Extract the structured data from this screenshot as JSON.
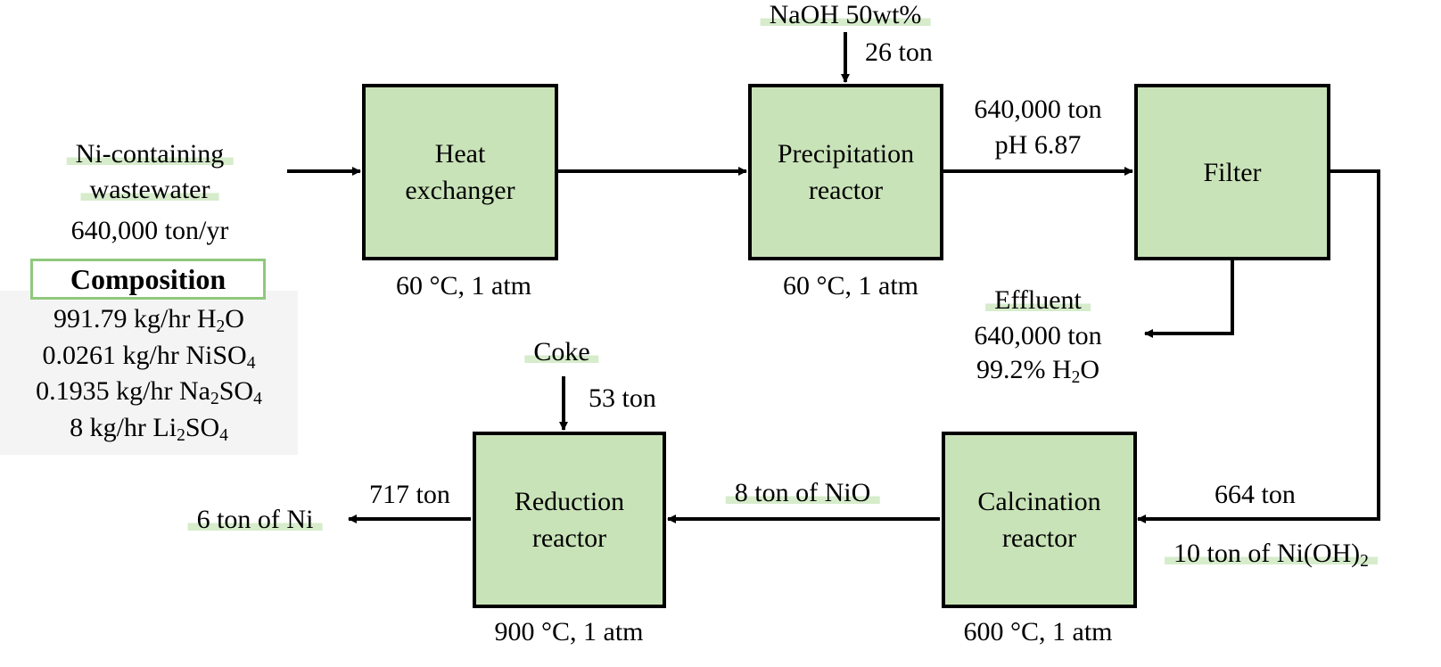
{
  "feed": {
    "label_line1": "Ni-containing",
    "label_line2": "wastewater",
    "rate": "640,000 ton/yr"
  },
  "composition": {
    "title": "Composition",
    "items": [
      {
        "text": "991.79 kg/hr H",
        "sub": "2",
        "tail": "O"
      },
      {
        "text": "0.0261 kg/hr NiSO",
        "sub": "4",
        "tail": ""
      },
      {
        "text": "0.1935 kg/hr Na",
        "sub": "2",
        "tail": "SO",
        "sub2": "4"
      },
      {
        "text": "8 kg/hr Li",
        "sub": "2",
        "tail": "SO",
        "sub2": "4"
      }
    ]
  },
  "units": {
    "heat_exchanger": {
      "line1": "Heat",
      "line2": "exchanger",
      "condition": "60 °C, 1 atm"
    },
    "precipitation_reactor": {
      "line1": "Precipitation",
      "line2": "reactor",
      "condition": "60 °C, 1 atm"
    },
    "filter": {
      "line1": "Filter"
    },
    "calcination_reactor": {
      "line1": "Calcination",
      "line2": "reactor",
      "condition": "600 °C, 1 atm"
    },
    "reduction_reactor": {
      "line1": "Reduction",
      "line2": "reactor",
      "condition": "900 °C, 1 atm"
    }
  },
  "streams": {
    "naoh": {
      "label": "NaOH 50wt%",
      "amount": "26 ton"
    },
    "precip_out": {
      "amount": "640,000 ton",
      "ph": "pH 6.87"
    },
    "effluent": {
      "label": "Effluent",
      "amount": "640,000 ton",
      "water_pct": "99.2% H",
      "water_sub": "2",
      "water_tail": "O"
    },
    "filter_cake": {
      "amount": "664 ton",
      "label": "10 ton of Ni(OH)",
      "label_sub": "2"
    },
    "nio": {
      "label": "8 ton of NiO"
    },
    "coke": {
      "label": "Coke",
      "amount": "53 ton"
    },
    "product": {
      "amount": "717 ton",
      "label": "6 ton of Ni"
    }
  },
  "colors": {
    "unit_fill": "#c9e3b8",
    "label_highlight": "#d6eccb",
    "composition_border": "#8fc87c",
    "composition_bg": "#f4f4f4"
  }
}
